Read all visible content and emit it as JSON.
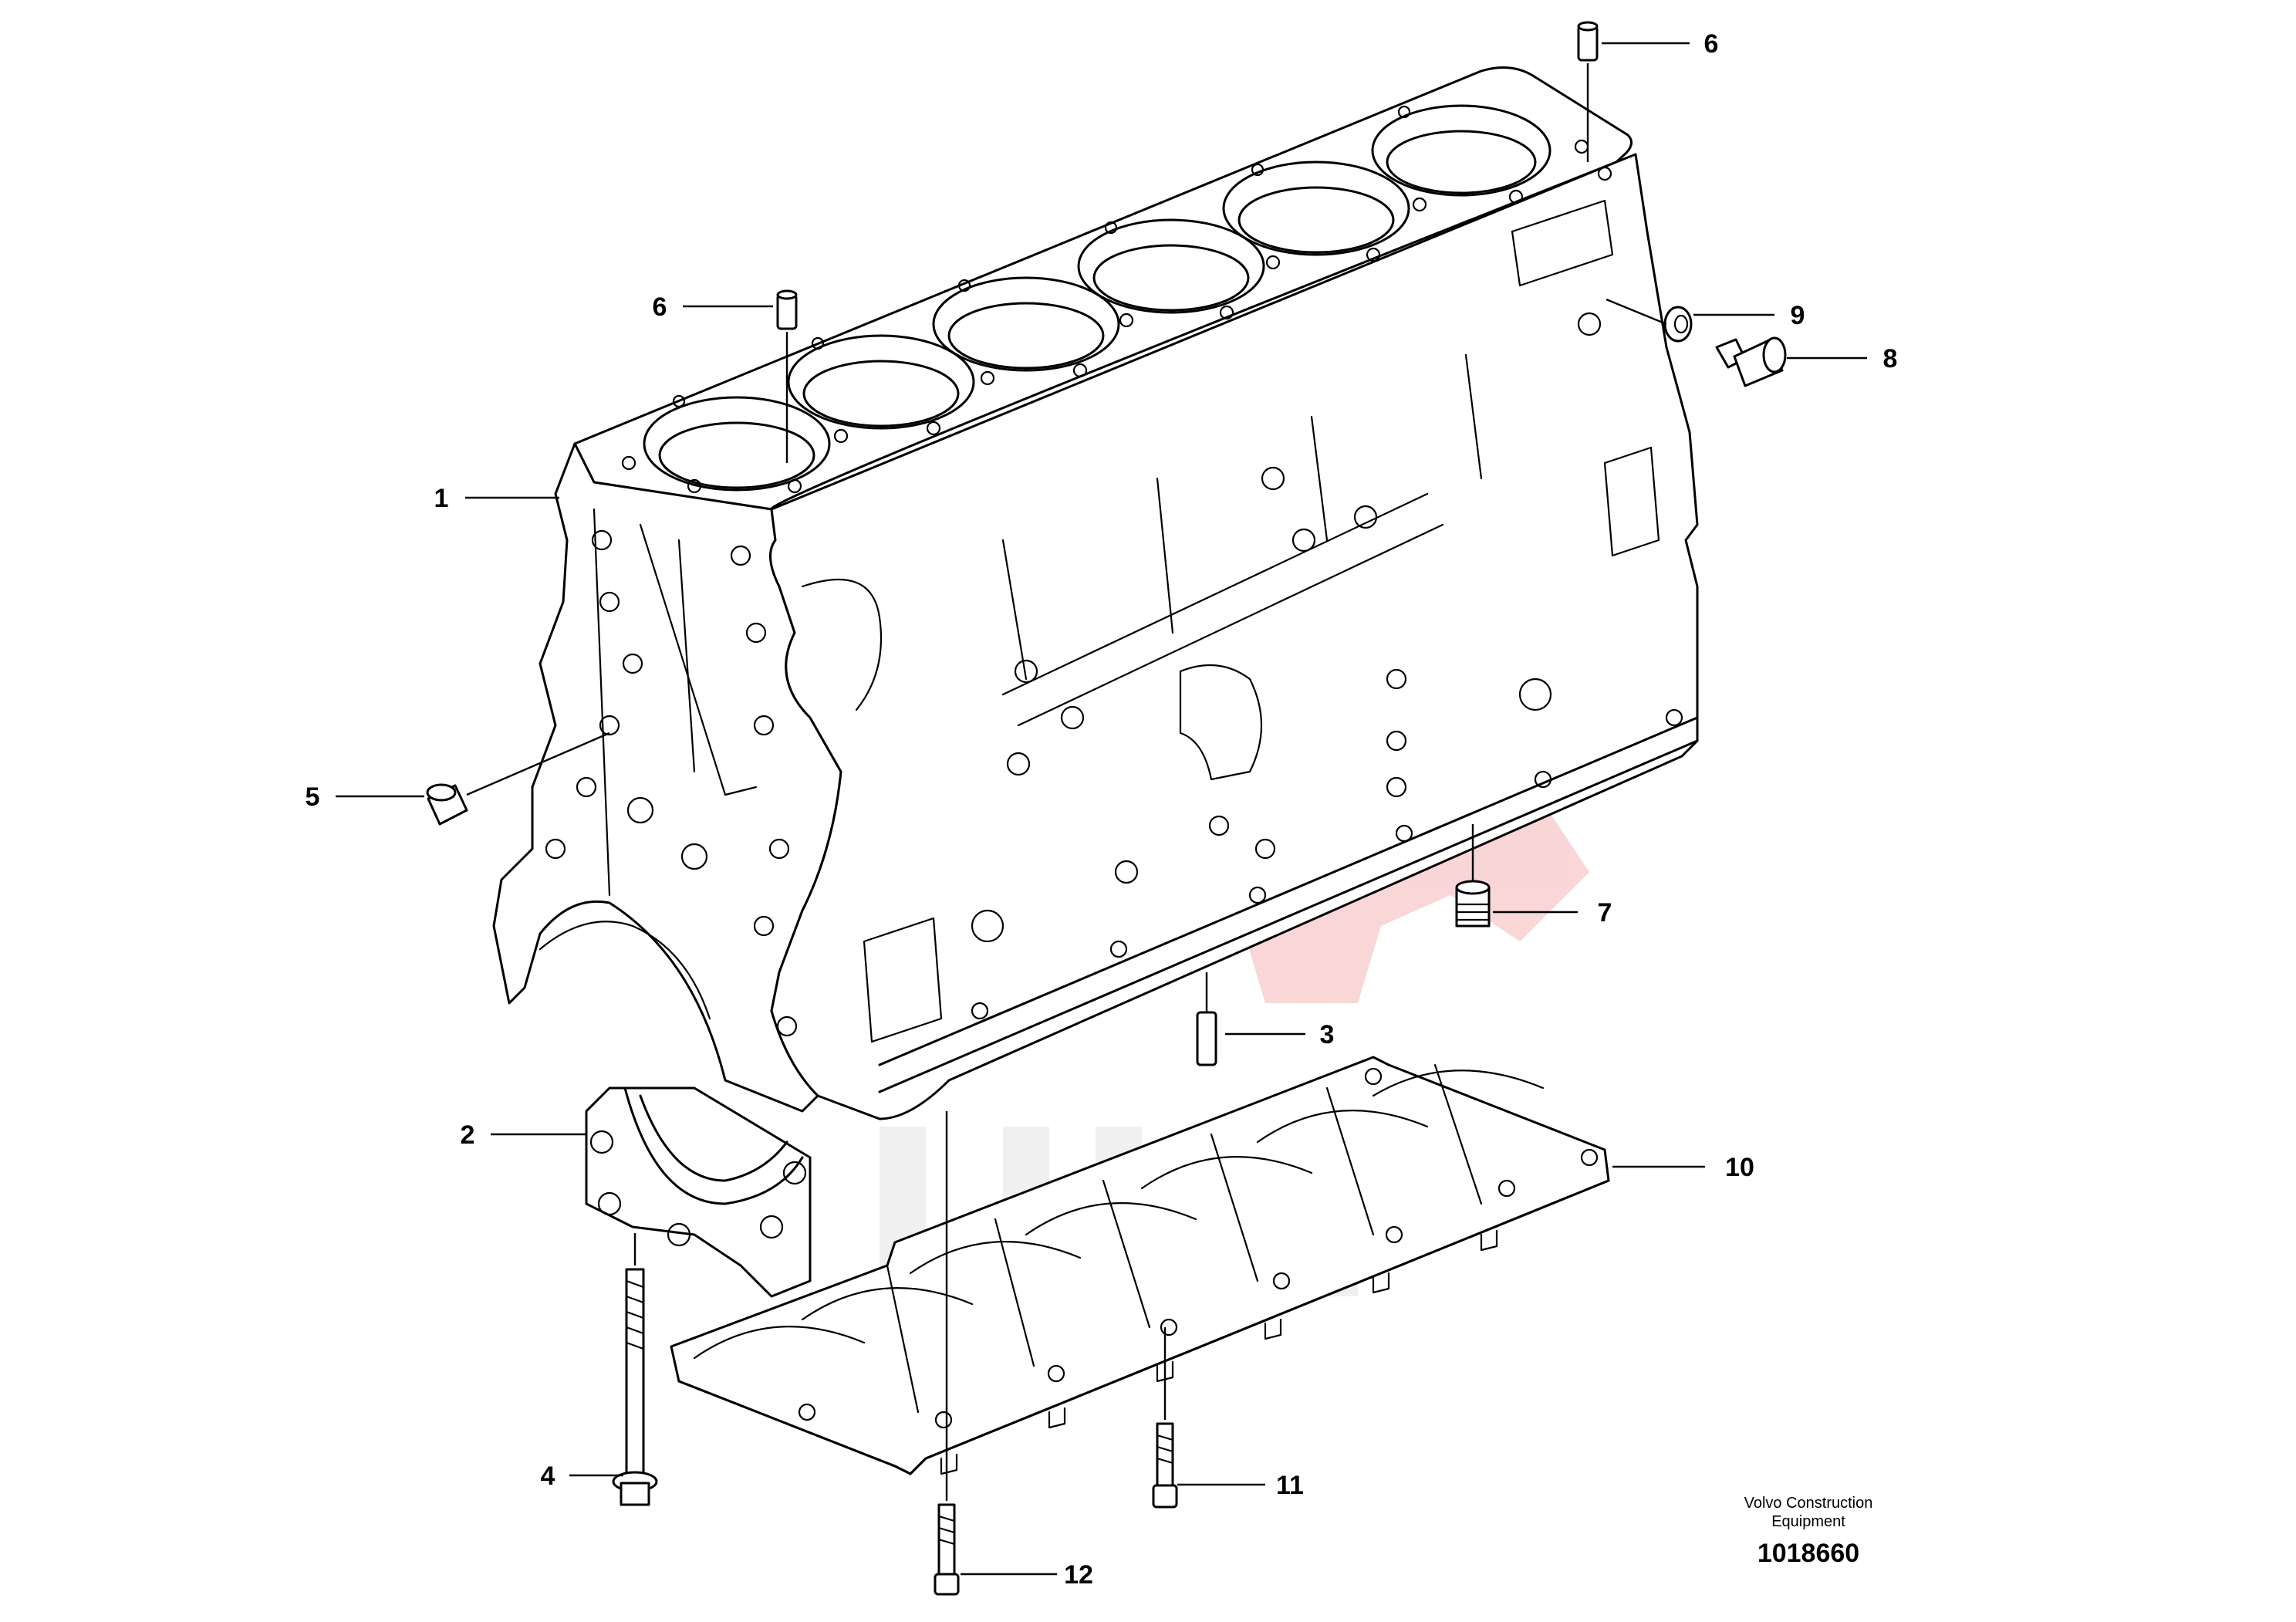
{
  "diagram": {
    "callouts": [
      {
        "id": "1",
        "label": "1"
      },
      {
        "id": "2",
        "label": "2"
      },
      {
        "id": "3",
        "label": "3"
      },
      {
        "id": "4",
        "label": "4"
      },
      {
        "id": "5",
        "label": "5"
      },
      {
        "id": "6a",
        "label": "6"
      },
      {
        "id": "6b",
        "label": "6"
      },
      {
        "id": "7",
        "label": "7"
      },
      {
        "id": "8",
        "label": "8"
      },
      {
        "id": "9",
        "label": "9"
      },
      {
        "id": "10",
        "label": "10"
      },
      {
        "id": "11",
        "label": "11"
      },
      {
        "id": "12",
        "label": "12"
      }
    ],
    "caption_line1": "Volvo Construction",
    "caption_line2": "Equipment",
    "reference_number": "1018660",
    "watermark_color": "#f4b6b6",
    "line_color": "#000000"
  }
}
